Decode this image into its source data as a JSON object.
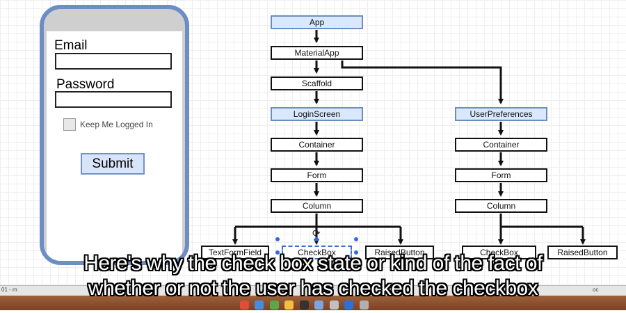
{
  "login_mockup": {
    "email_label": "Email",
    "password_label": "Password",
    "keep_logged_in_label": "Keep Me Logged In",
    "submit_label": "Submit"
  },
  "tree": {
    "app": "App",
    "material_app": "MaterialApp",
    "scaffold": "Scaffold",
    "login_screen": "LoginScreen",
    "user_preferences": "UserPreferences",
    "left": {
      "container": "Container",
      "form": "Form",
      "column": "Column",
      "text_form_field": "TextFormField",
      "checkbox": "CheckBox",
      "raised_button": "RaisedButton"
    },
    "right": {
      "container": "Container",
      "form": "Form",
      "column": "Column",
      "checkbox": "CheckBox",
      "raised_button": "RaisedButton"
    }
  },
  "subtitle": {
    "line1": "Here's why the check box state or kind of the fact of",
    "line2": "whether or not the user has checked the checkbox"
  },
  "taskbar": {
    "left_text": "01 - m",
    "right_text": "oc"
  },
  "colors": {
    "phone_border": "#6d8ec4",
    "highlight_fill": "#dae8fc",
    "highlight_border": "#6c8ebf",
    "selection": "#2f6be0"
  }
}
